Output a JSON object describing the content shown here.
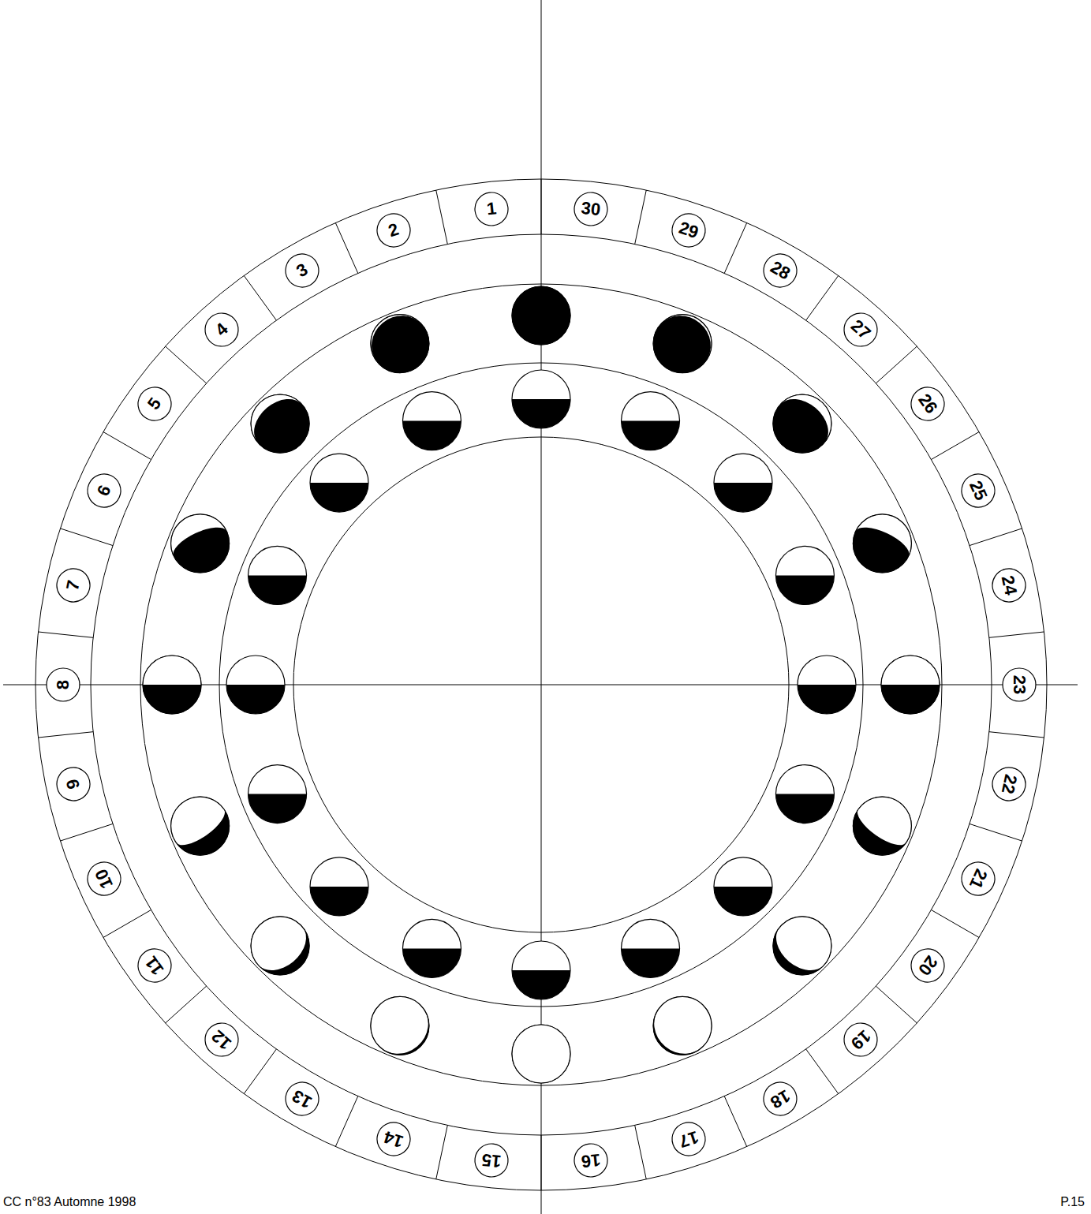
{
  "diagram": {
    "nodes": [
      {
        "text": [
          "1"
        ]
      },
      {
        "text": [
          "2"
        ]
      },
      {
        "text": [
          "3"
        ]
      },
      {
        "text": [
          "4"
        ]
      },
      {
        "text": [
          "5"
        ]
      },
      {
        "text": [
          "6"
        ]
      },
      {
        "text": [
          "7"
        ]
      },
      {
        "text": [
          "8"
        ]
      },
      {
        "text": [
          "9"
        ]
      },
      {
        "text": [
          "10"
        ]
      },
      {
        "text": [
          "11"
        ]
      },
      {
        "text": [
          "12"
        ]
      },
      {
        "text": [
          "13"
        ]
      },
      {
        "text": [
          "14"
        ]
      },
      {
        "text": [
          "15"
        ]
      },
      {
        "text": [
          "16"
        ]
      },
      {
        "text": [
          "17"
        ]
      },
      {
        "text": [
          "18"
        ]
      },
      {
        "text": [
          "19"
        ]
      },
      {
        "text": [
          "20"
        ]
      },
      {
        "text": [
          "21"
        ]
      },
      {
        "text": [
          "22"
        ]
      },
      {
        "text": [
          "23"
        ]
      },
      {
        "text": [
          "24"
        ]
      },
      {
        "text": [
          "25"
        ]
      },
      {
        "text": [
          "26"
        ]
      },
      {
        "text": [
          "27"
        ]
      },
      {
        "text": [
          "28"
        ]
      },
      {
        "text": [
          "29"
        ]
      },
      {
        "text": [
          "30"
        ]
      }
    ],
    "labels": [
      "CC n°83 Automne 1998",
      "P.15"
    ]
  }
}
